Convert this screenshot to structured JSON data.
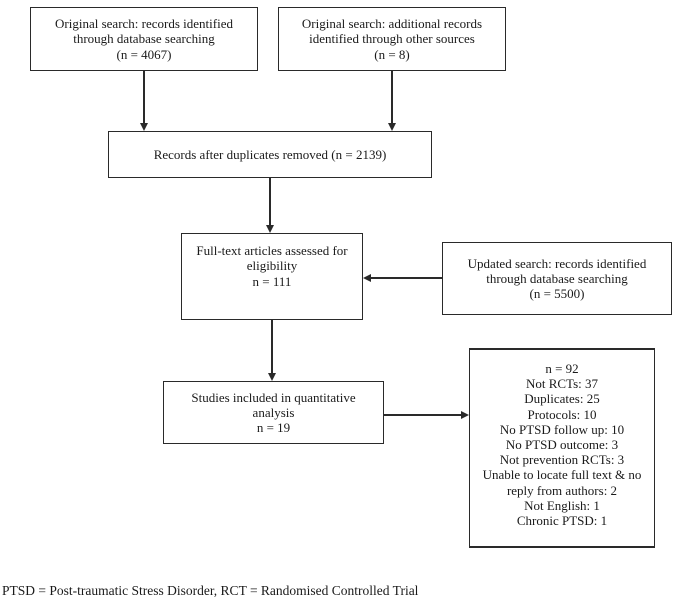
{
  "flowchart": {
    "boxes": {
      "original_db_search": {
        "text": "Original search: records identified\nthrough database searching\n(n = 4067)"
      },
      "original_other_sources": {
        "text": "Original search: additional records\nidentified through other sources\n(n = 8)"
      },
      "duplicates_removed": {
        "text": "Records after duplicates removed (n = 2139)"
      },
      "fulltext_assessed": {
        "text": "Full-text articles assessed for\neligibility\nn = 111"
      },
      "updated_search": {
        "text": "Updated search: records identified\nthrough database searching\n(n = 5500)"
      },
      "included_quantitative": {
        "text": "Studies included in quantitative\nanalysis\nn = 19"
      },
      "excluded": {
        "heading": "n =  92",
        "items": [
          "Not RCTs: 37",
          "Duplicates: 25",
          "Protocols: 10",
          "No PTSD follow up: 10",
          "No PTSD outcome: 3",
          "Not prevention RCTs: 3",
          "Unable to locate full text & no reply from authors: 2",
          "Not English: 1",
          "Chronic PTSD: 1"
        ]
      }
    },
    "footnote": "PTSD = Post-traumatic Stress Disorder, RCT = Randomised Controlled Trial",
    "colors": {
      "border": "#2a2a2a",
      "text": "#1a1a1a",
      "background": "#ffffff"
    }
  }
}
